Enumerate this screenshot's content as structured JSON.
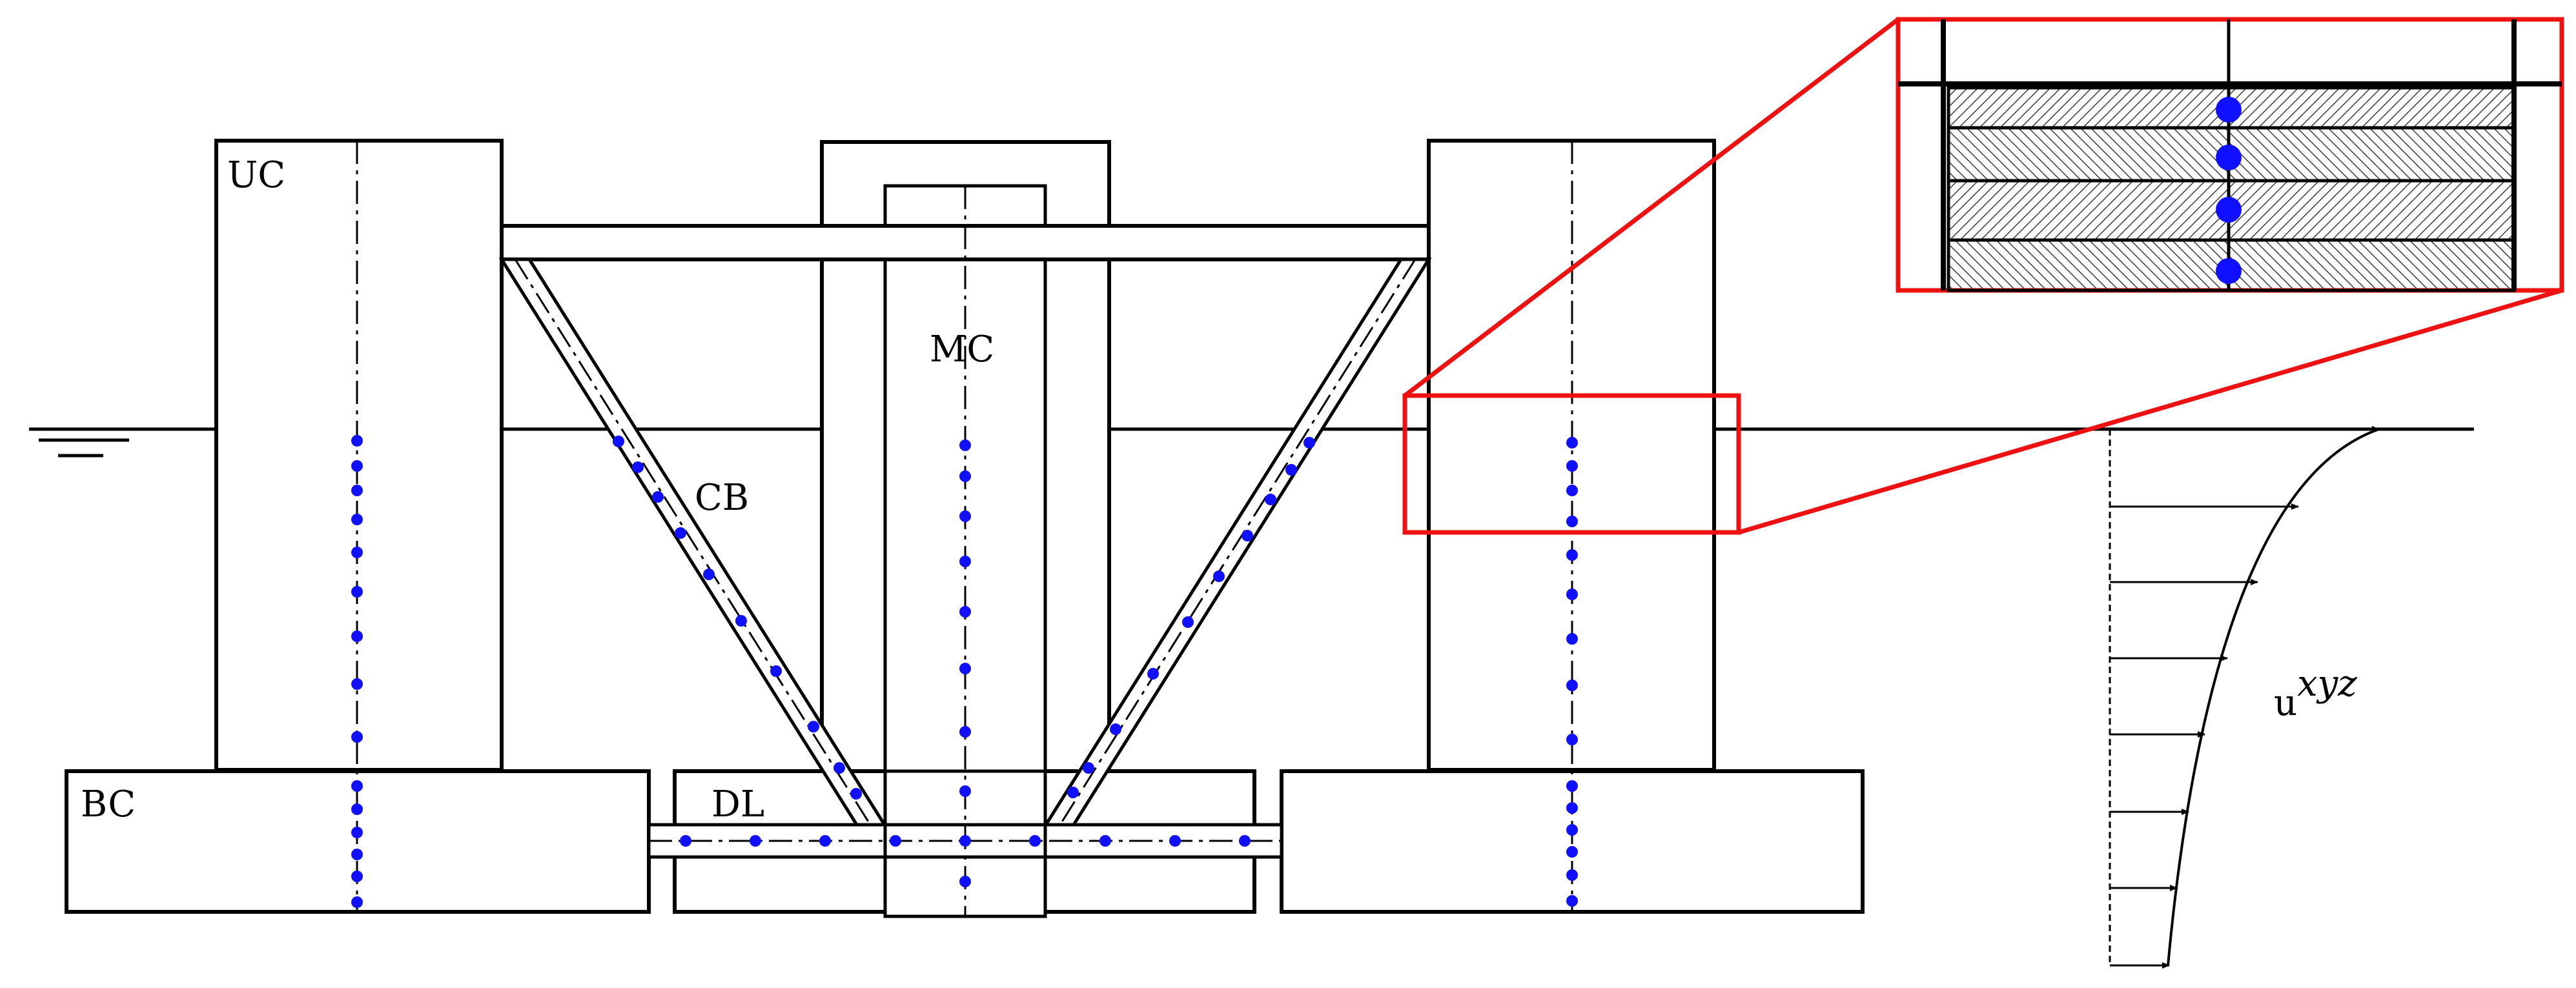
{
  "labels": {
    "uc": "UC",
    "mc": "MC",
    "cb": "CB",
    "bc": "BC",
    "dl": "DL",
    "velocity_base": "u",
    "velocity_super": "xyz"
  },
  "colors": {
    "outline": "#000000",
    "node": "#1010ff",
    "highlight": "#ee1111"
  }
}
